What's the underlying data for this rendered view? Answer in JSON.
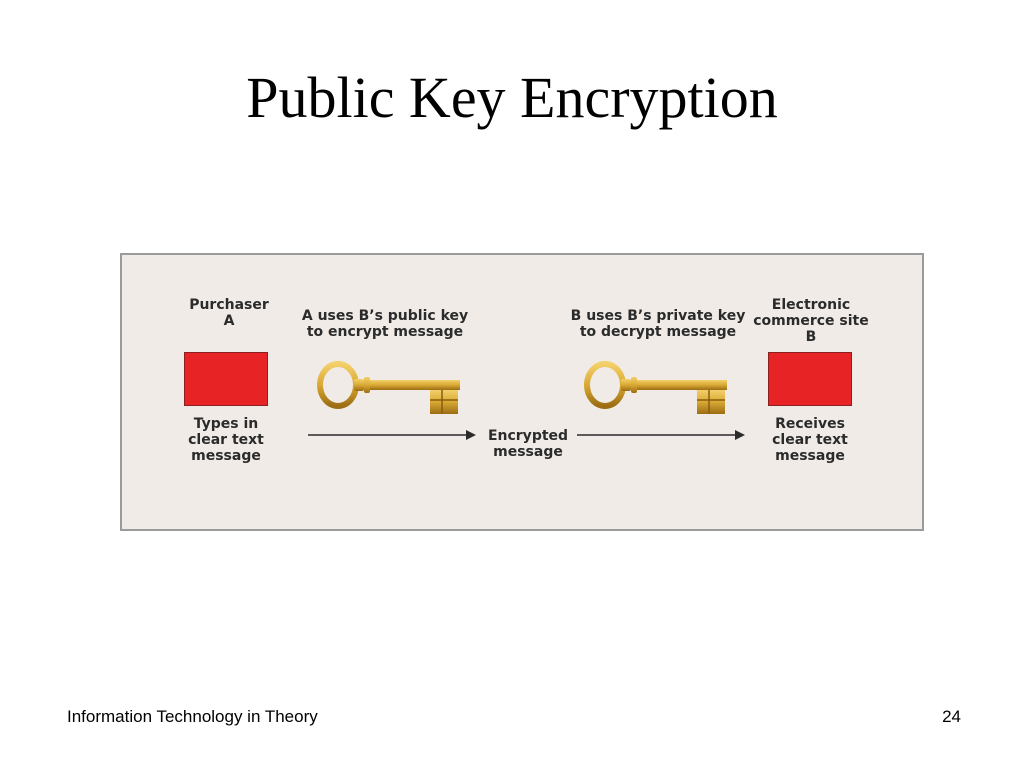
{
  "slide": {
    "title": "Public Key Encryption",
    "footer_text": "Information Technology in Theory",
    "page_number": "24"
  },
  "diagram": {
    "purchaser": {
      "line1": "Purchaser",
      "line2": "A",
      "desc_line1": "Types in",
      "desc_line2": "clear text",
      "desc_line3": "message"
    },
    "encrypt_step": {
      "line1": "A uses B’s public key",
      "line2": "to encrypt message"
    },
    "middle": {
      "line1": "Encrypted",
      "line2": "message"
    },
    "decrypt_step": {
      "line1": "B uses B’s private key",
      "line2": "to decrypt message"
    },
    "site": {
      "line1": "Electronic",
      "line2": "commerce site",
      "line3": "B",
      "desc_line1": "Receives",
      "desc_line2": "clear text",
      "desc_line3": "message"
    },
    "colors": {
      "box_red": "#e82326",
      "key_gold": "#d9a934",
      "panel_bg": "#f0ebe7"
    }
  }
}
